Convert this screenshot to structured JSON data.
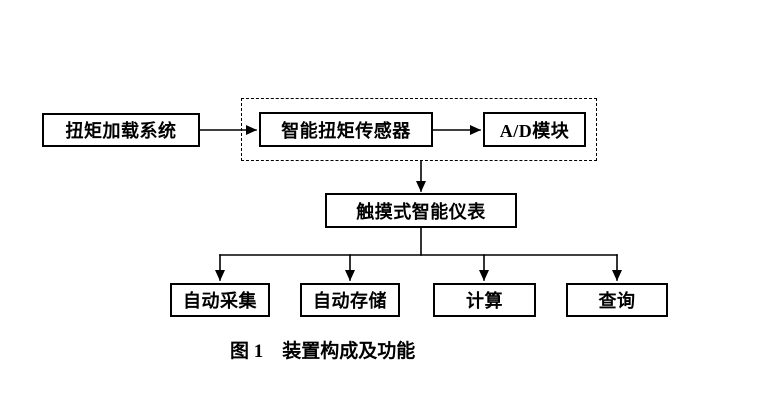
{
  "diagram": {
    "nodes": {
      "torque_loading": "扭矩加载系统",
      "sensor": "智能扭矩传感器",
      "ad_module": "A/D模块",
      "instrument": "触摸式智能仪表",
      "auto_collect": "自动采集",
      "auto_store": "自动存储",
      "compute": "计算",
      "query": "查询"
    },
    "caption": "图 1　装置构成及功能"
  },
  "colors": {
    "line": "#000000",
    "background": "#ffffff"
  }
}
